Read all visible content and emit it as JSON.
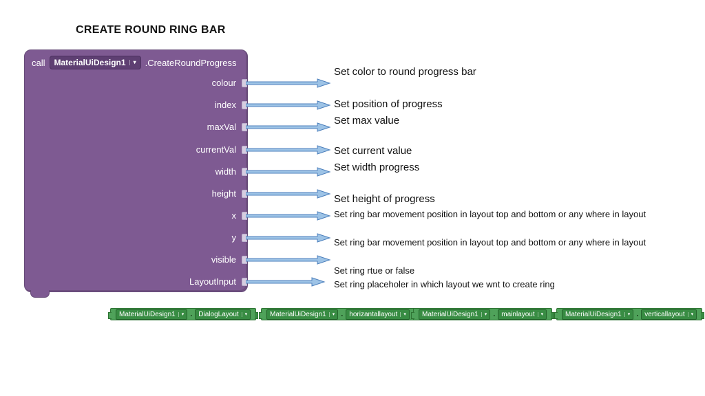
{
  "title": "CREATE ROUND RING BAR",
  "icons": {
    "dropdown": "▾"
  },
  "chip_separator": ".",
  "colors": {
    "purple": "#7e5a92",
    "purple_dark": "#5e3f72",
    "arrow_fill": "#9dc3e6",
    "arrow_stroke": "#4f81bd",
    "green": "#4fa25a",
    "green_dark": "#388c43",
    "socket": "#d6cde0"
  },
  "call_block": {
    "call_label": "call",
    "component": "MaterialUiDesign1",
    "method": ".CreateRoundProgress",
    "params": [
      {
        "name": "colour",
        "desc": "Set color to round progress bar"
      },
      {
        "name": "index",
        "desc": "Set position of progress"
      },
      {
        "name": "maxVal",
        "desc": "Set max value"
      },
      {
        "name": "currentVal",
        "desc": "Set current value"
      },
      {
        "name": "width",
        "desc": "Set width progress"
      },
      {
        "name": "height",
        "desc": "Set height of progress"
      },
      {
        "name": "x",
        "desc": "Set ring bar movement position in layout top and bottom or any where in layout"
      },
      {
        "name": "y",
        "desc": "Set ring bar movement position in layout top and bottom or any where in layout"
      },
      {
        "name": "visible",
        "desc": "Set ring rtue or false"
      },
      {
        "name": "LayoutInput",
        "desc": "Set  ring placeholer in which layout  we wnt to create ring"
      }
    ]
  },
  "component_blocks": [
    {
      "component": "MaterialUiDesign1",
      "property": "DialogLayout"
    },
    {
      "component": "MaterialUiDesign1",
      "property": "horizantallayout"
    },
    {
      "component": "MaterialUiDesign1",
      "property": "mainlayout"
    },
    {
      "component": "MaterialUiDesign1",
      "property": "verticallayout"
    }
  ]
}
